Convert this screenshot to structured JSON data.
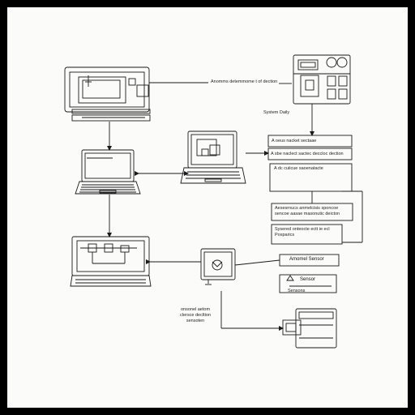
{
  "diagram": {
    "colors": {
      "background": "#fbfbfa",
      "frame": "#000000",
      "stroke": "#1a1a1a"
    },
    "labels": {
      "top_arrow": "Anomms detemmome t of dection",
      "system_daily": "System Daily",
      "box_1": "A oeus nacket sectaae",
      "box_2": "A sbe naclect sactec deccloc dection",
      "box_3": "A dc cuiicue saoenatacte",
      "box_4": "Aesesrnucs anmelcisis sponcoe sencoe aasae masonutic deicton",
      "box_5": "Sysered onteocte ectt ie ecl Posparics",
      "anomaly_sensor": "Amomel Sensor",
      "sensor": "Sensor",
      "sensors_label": "Sensons",
      "left_text": "onsonel aetom clersce decltion sensoten"
    },
    "icons": [
      "monitor-window-icon",
      "laptop-icon",
      "laptop-icon",
      "workstation-icon",
      "small-monitor-icon",
      "control-panel-icon",
      "server-box-icon"
    ]
  }
}
